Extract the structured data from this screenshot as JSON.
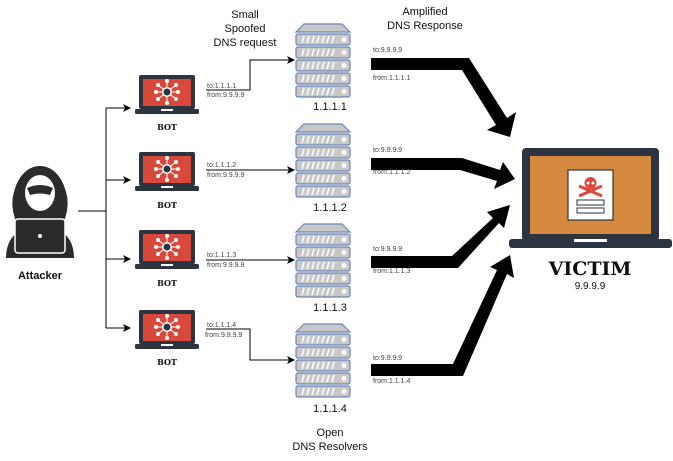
{
  "attacker": {
    "label": "Attacker"
  },
  "bots": [
    {
      "label": "BOT",
      "to": "to:1.1.1.1",
      "from": "from:9.9.9.9"
    },
    {
      "label": "BOT",
      "to": "to:1.1.1.2",
      "from": "from:9.9.9.9"
    },
    {
      "label": "BOT",
      "to": "to:1.1.1.3",
      "from": "from:9.9.9.9"
    },
    {
      "label": "BOT",
      "to": "to:1.1.1.4",
      "from": "from:9.9.9.9"
    }
  ],
  "resolvers": [
    {
      "ip": "1.1.1.1",
      "to": "to:9.9.9.9",
      "from": "from:1.1.1.1"
    },
    {
      "ip": "1.1.1.2",
      "to": "to:9.9.9.9",
      "from": "from:1.1.1.2"
    },
    {
      "ip": "1.1.1.3",
      "to": "to:9.9.9.9",
      "from": "from:1.1.1.3"
    },
    {
      "ip": "1.1.1.4",
      "to": "to:9.9.9.9",
      "from": "from:1.1.1.4"
    }
  ],
  "labels": {
    "request_line1": "Small",
    "request_line2": "Spoofed",
    "request_line3": "DNS request",
    "response_line1": "Amplified",
    "response_line2": "DNS Response",
    "resolvers_line1": "Open",
    "resolvers_line2": "DNS Resolvers"
  },
  "victim": {
    "label": "VICTIM",
    "ip": "9.9.9.9"
  },
  "colors": {
    "bot_screen": "#d9493b",
    "victim_screen": "#d68a40",
    "laptop_frame": "#2c3440",
    "server_fill": "#c8c8c8",
    "server_stroke": "#6b86b8"
  }
}
